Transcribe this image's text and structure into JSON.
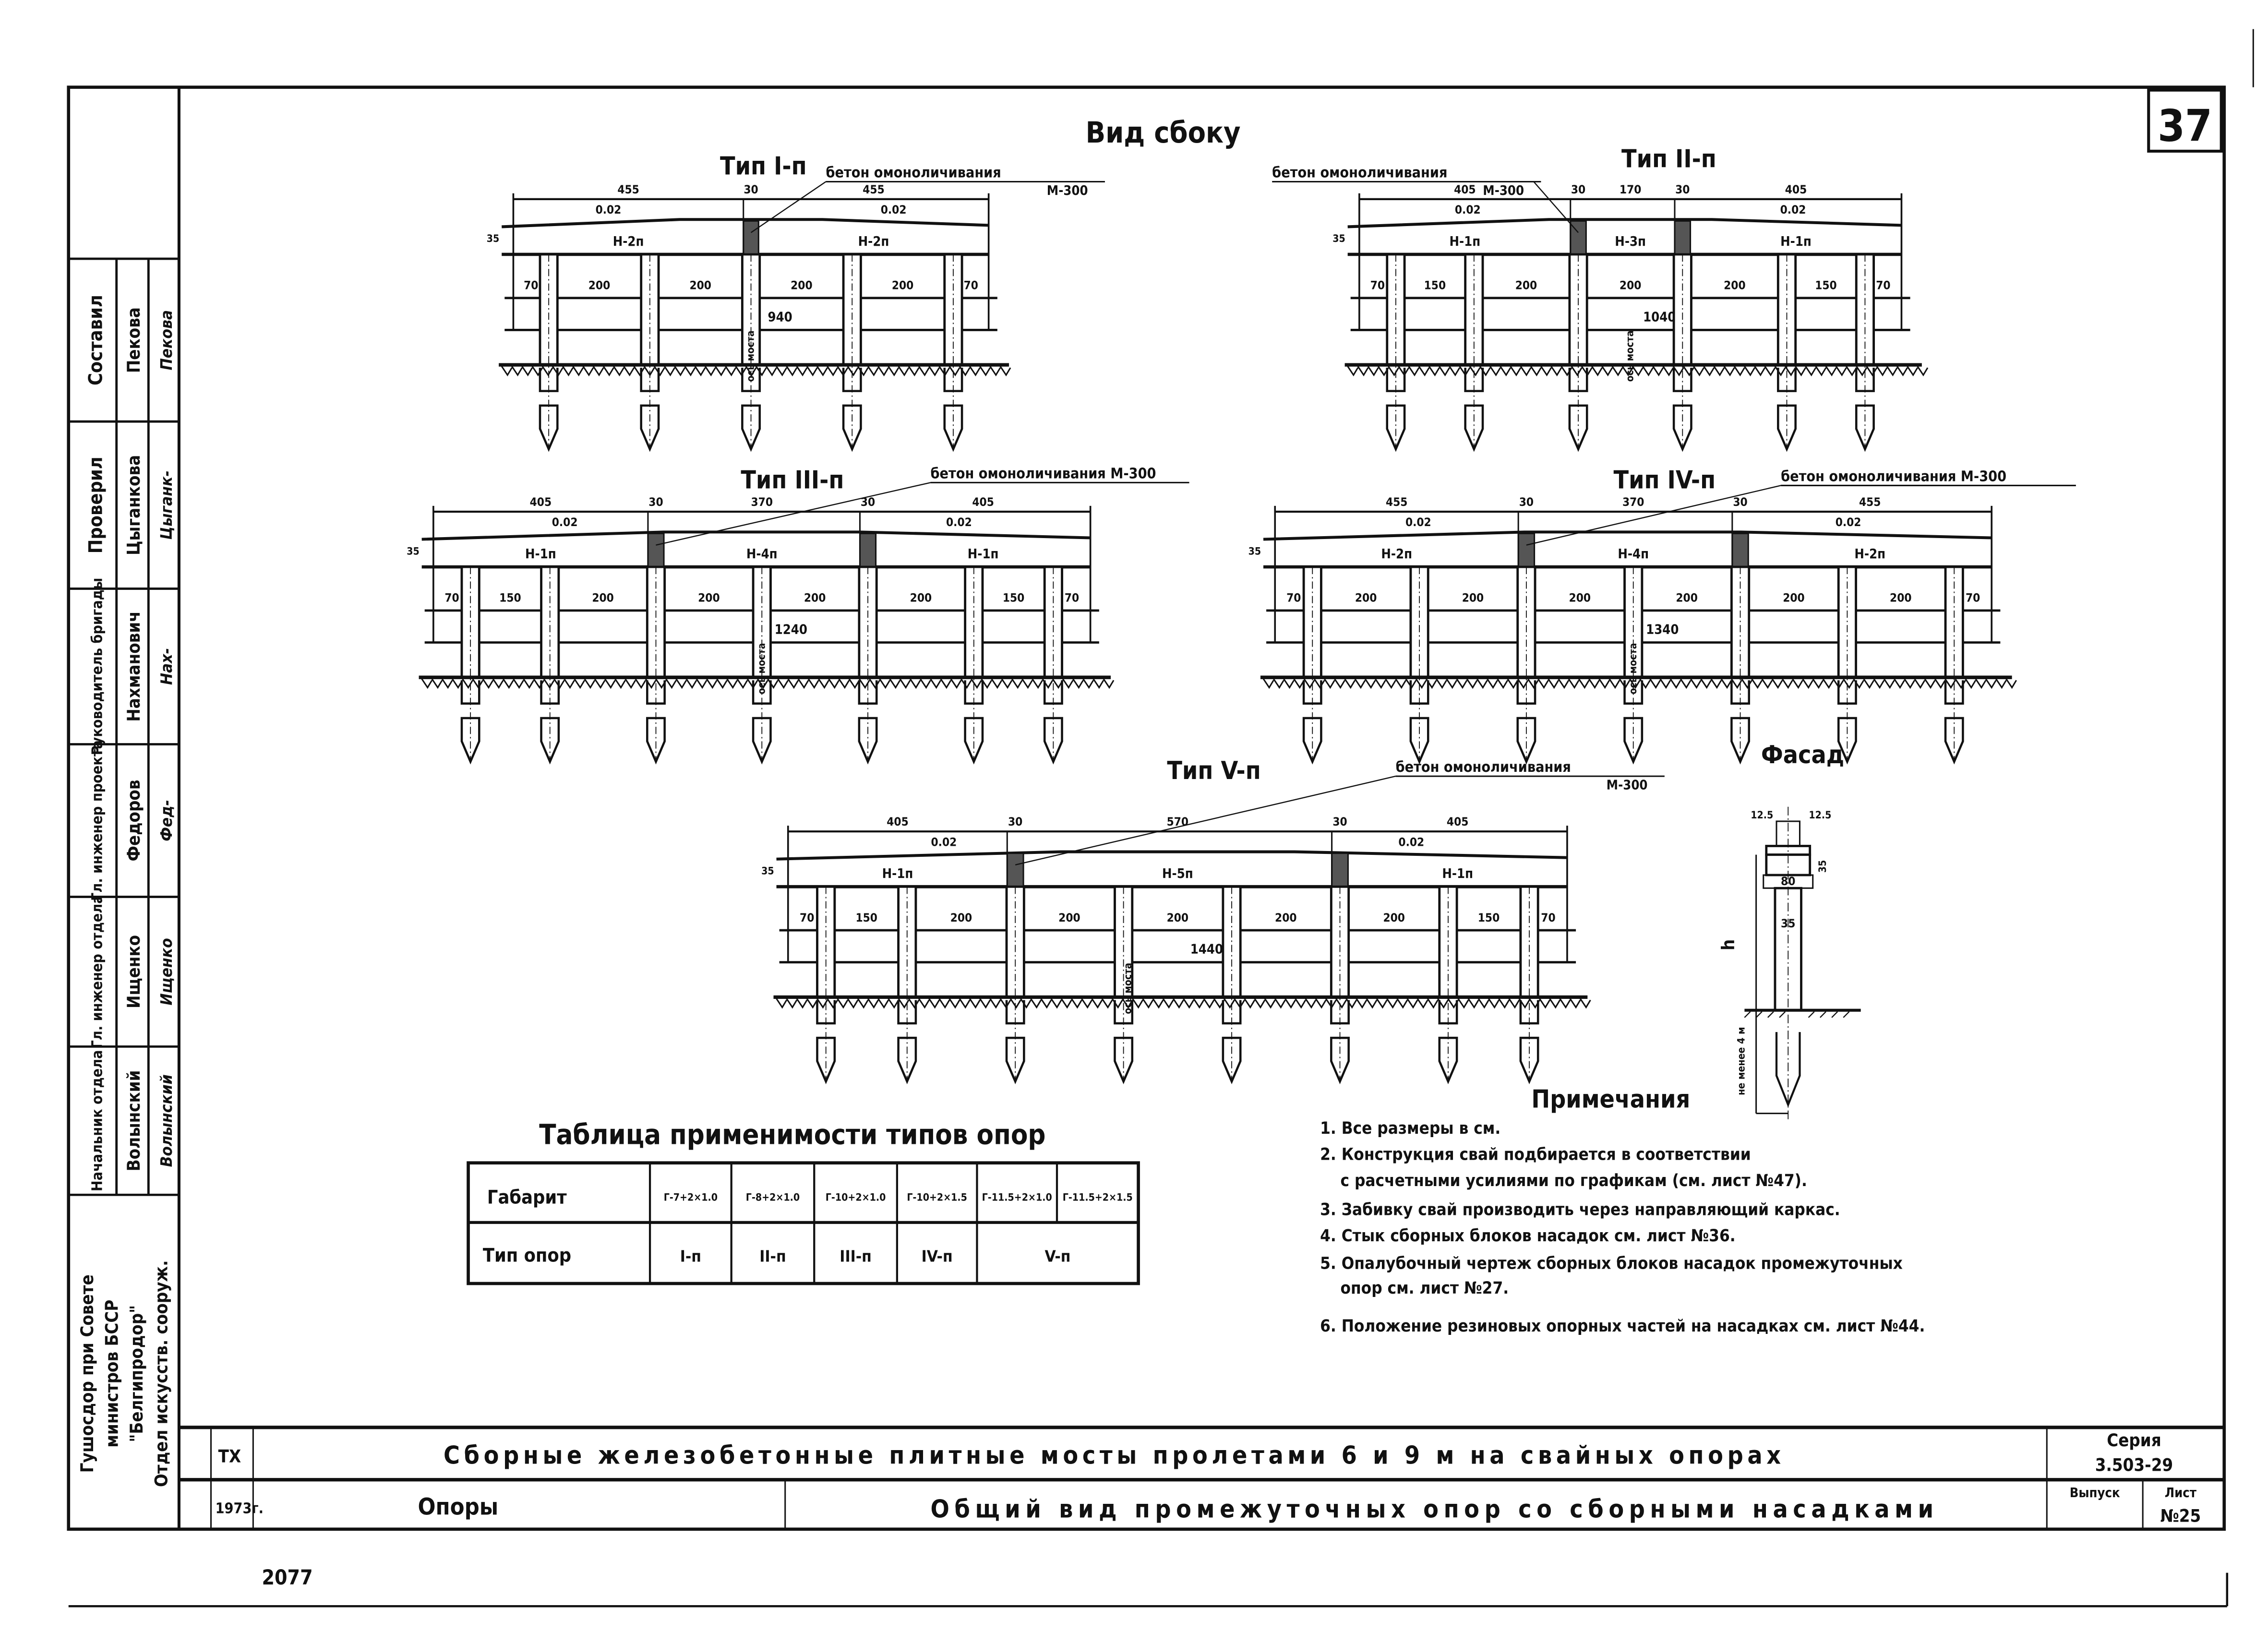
{
  "sheet_number": "37",
  "view_title": "Вид сбоку",
  "piers": [
    {
      "title": "Тип I-п",
      "concrete_label": "бетон омоноличивания",
      "concrete_grade": "М-300",
      "top_dims": [
        "455",
        "30",
        "455"
      ],
      "slopes": [
        "0.02",
        "0.02"
      ],
      "cap_height": "35",
      "blocks": [
        "Н-2п",
        "Н-2п"
      ],
      "bottom_dims": [
        "70",
        "200",
        "200",
        "200",
        "200",
        "70"
      ],
      "total": "940",
      "axis_label": "ось моста"
    },
    {
      "title": "Тип II-п",
      "concrete_label": "бетон омоноличивания",
      "concrete_grade": "М-300",
      "top_dims": [
        "405",
        "30",
        "170",
        "30",
        "405"
      ],
      "slopes": [
        "0.02",
        "0.02"
      ],
      "cap_height": "35",
      "blocks": [
        "Н-1п",
        "Н-3п",
        "Н-1п"
      ],
      "bottom_dims": [
        "70",
        "150",
        "200",
        "200",
        "200",
        "150",
        "70"
      ],
      "total": "1040",
      "axis_label": "ось моста"
    },
    {
      "title": "Тип III-п",
      "concrete_label": "бетон омоноличивания М-300",
      "concrete_grade": "",
      "top_dims": [
        "405",
        "30",
        "370",
        "30",
        "405"
      ],
      "slopes": [
        "0.02",
        "0.02"
      ],
      "cap_height": "35",
      "blocks": [
        "Н-1п",
        "Н-4п",
        "Н-1п"
      ],
      "bottom_dims": [
        "70",
        "150",
        "200",
        "200",
        "200",
        "200",
        "150",
        "70"
      ],
      "total": "1240",
      "axis_label": "ось моста"
    },
    {
      "title": "Тип IV-п",
      "concrete_label": "бетон омоноличивания М-300",
      "concrete_grade": "",
      "top_dims": [
        "455",
        "30",
        "370",
        "30",
        "455"
      ],
      "slopes": [
        "0.02",
        "0.02"
      ],
      "cap_height": "35",
      "blocks": [
        "Н-2п",
        "Н-4п",
        "Н-2п"
      ],
      "bottom_dims": [
        "70",
        "200",
        "200",
        "200",
        "200",
        "200",
        "200",
        "70"
      ],
      "total": "1340",
      "axis_label": "ось моста"
    },
    {
      "title": "Тип V-п",
      "concrete_label": "бетон омоноличивания",
      "concrete_grade": "М-300",
      "top_dims": [
        "405",
        "30",
        "570",
        "30",
        "405"
      ],
      "slopes": [
        "0.02",
        "0.02"
      ],
      "cap_height": "35",
      "blocks": [
        "Н-1п",
        "Н-5п",
        "Н-1п"
      ],
      "bottom_dims": [
        "70",
        "150",
        "200",
        "200",
        "200",
        "200",
        "200",
        "150",
        "70"
      ],
      "total": "1440",
      "axis_label": "ось моста"
    }
  ],
  "facade": {
    "title": "Фасад",
    "top_dims": [
      "12.5",
      "12.5"
    ],
    "cap_width": "80",
    "cap_height": "35",
    "pile_width": "35",
    "height_label": "h",
    "embed_label": "не менее 4 м"
  },
  "table": {
    "title": "Таблица применимости типов опор",
    "row_headers": [
      "Габарит",
      "Тип опор"
    ],
    "gabarits": [
      "Г-7+2×1.0",
      "Г-8+2×1.0",
      "Г-10+2×1.0",
      "Г-10+2×1.5",
      "Г-11.5+2×1.0",
      "Г-11.5+2×1.5"
    ],
    "types": [
      "I-п",
      "II-п",
      "III-п",
      "IV-п",
      "V-п"
    ]
  },
  "notes": {
    "title": "Примечания",
    "items": [
      "1. Все размеры в см.",
      "2. Конструкция свай подбирается в соответствии",
      "с расчетными усилиями по графикам (см. лист №47).",
      "3. Забивку свай производить через направляющий каркас.",
      "4. Стык сборных блоков насадок см. лист №36.",
      "5. Опалубочный чертеж сборных блоков насадок промежуточных",
      "опор см. лист №27.",
      "6. Положение резиновых опорных частей на насадках см. лист №44."
    ]
  },
  "stamp": {
    "rows": [
      {
        "role": "Составил",
        "name": "Пекова",
        "signature": "Пекова"
      },
      {
        "role": "Проверил",
        "name": "Цыганкова",
        "signature": "Цыганк-"
      },
      {
        "role": "Руководитель бригады",
        "name": "Нахманович",
        "signature": "Нах-"
      },
      {
        "role": "Гл. инженер проекта",
        "name": "Федоров",
        "signature": "Фед-"
      },
      {
        "role": "Гл. инженер отдела",
        "name": "Ищенко",
        "signature": "Ищенко"
      },
      {
        "role": "Начальник отдела",
        "name": "Волынский",
        "signature": "Волынский"
      }
    ],
    "organization": [
      "Гушосдор при Совете",
      "министров БССР",
      "\"Белгипродор\"",
      "Отдел искусств. сооруж."
    ]
  },
  "title_block": {
    "code": "ТХ",
    "year": "1973г.",
    "main_title": "Сборные железобетонные плитные мосты пролетами 6 и 9 м на свайных опорах",
    "section": "Опоры",
    "sheet_title": "Общий вид промежуточных опор со сборными насадками",
    "series_label": "Серия",
    "series_value": "3.503-29",
    "issue_label": "Выпуск",
    "sheet_label": "Лист",
    "sheet_value": "№25"
  },
  "archive_number": "2077"
}
